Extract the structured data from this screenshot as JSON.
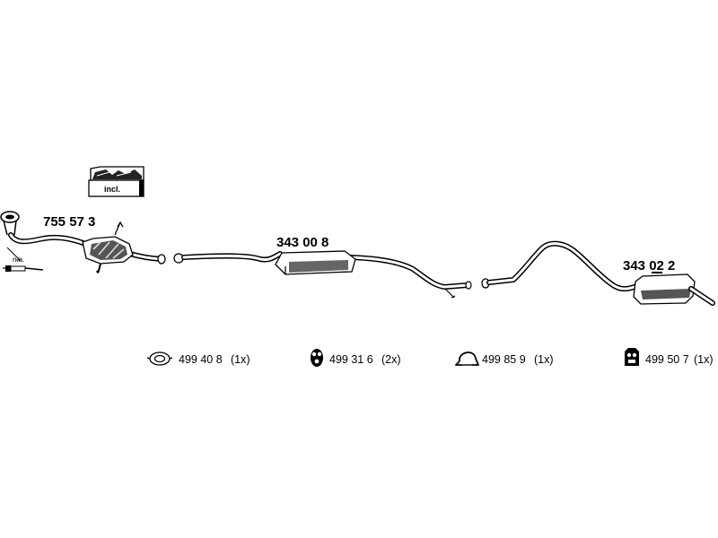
{
  "parts": {
    "catalytic_converter": "755 57 3",
    "center_silencer": "343 00 8",
    "rear_silencer": "343 02 2"
  },
  "notes": {
    "incl": "incl.",
    "na": "n.a."
  },
  "accessories": [
    {
      "number": "499 40 8",
      "qty": "(1x)",
      "icon": "gasket-ring-icon"
    },
    {
      "number": "499 31 6",
      "qty": "(2x)",
      "icon": "rubber-mount-icon"
    },
    {
      "number": "499 85 9",
      "qty": "(1x)",
      "icon": "pipe-clamp-icon"
    },
    {
      "number": "499 50 7",
      "qty": "(1x)",
      "icon": "hanger-block-icon"
    }
  ]
}
